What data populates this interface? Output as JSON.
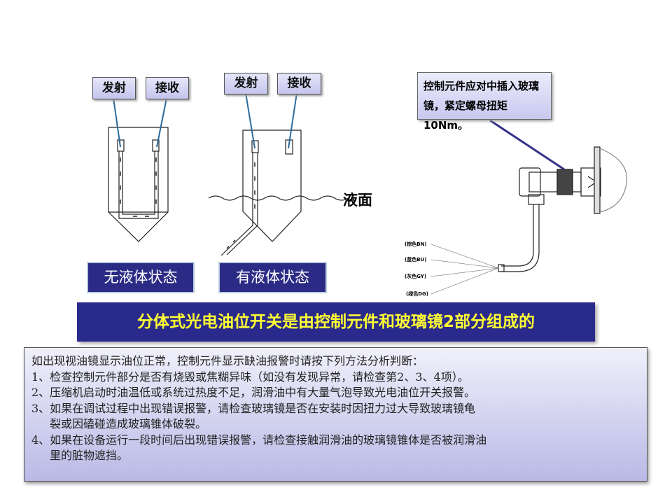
{
  "left_diagram": {
    "emit_label": "发射",
    "receive_label": "接收",
    "state_label": "无液体状态"
  },
  "right_diagram": {
    "emit_label": "发射",
    "receive_label": "接收",
    "state_label": "有液体状态",
    "surface_label": "液面"
  },
  "callout": "控制元件应对中插入玻璃镜，紧定螺母扭矩10Nm。",
  "wires": [
    "(棕色BN)",
    "(蓝色BU)",
    "(灰色GY)",
    "(绿色DG)"
  ],
  "banner": "分体式光电油位开关是由控制元件和玻璃镜2部分组成的",
  "notes": {
    "intro": "如出现视油镜显示油位正常，控制元件显示缺油报警时请按下列方法分析判断：",
    "items": [
      "1、检查控制元件部分是否有烧毁或焦糊异味（如没有发现异常，请检查第2、3、4项）。",
      "2、压缩机启动时油温低或系统过热度不足，润滑油中有大量气泡导致光电油位开关报警。",
      "3、如果在调试过程中出现错误报警，请检查玻璃镜是否在安装时因扭力过大导致玻璃镜龟",
      "裂或因磕碰造成玻璃锥体破裂。",
      "4、如果在设备运行一段时间后出现错误报警，请检查接触润滑油的玻璃镜锥体是否被润滑油",
      "里的脏物遮挡。"
    ]
  }
}
